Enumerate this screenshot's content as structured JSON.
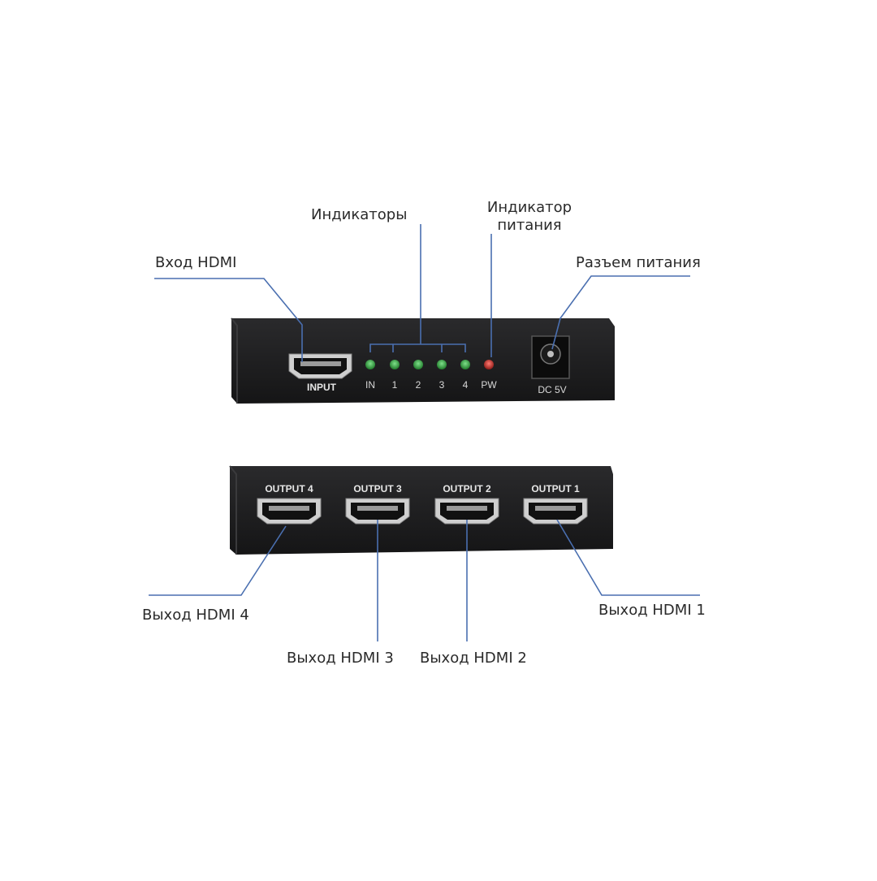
{
  "callouts": {
    "hdmi_input": "Вход HDMI",
    "indicators": "Индикаторы",
    "power_indicator_line1": "Индикатор",
    "power_indicator_line2": "питания",
    "power_jack": "Разъем питания",
    "hdmi_out_4": "Выход HDMI 4",
    "hdmi_out_3": "Выход HDMI 3",
    "hdmi_out_2": "Выход HDMI 2",
    "hdmi_out_1": "Выход HDMI 1"
  },
  "front_panel": {
    "input_label": "INPUT",
    "leds": [
      {
        "label": "IN",
        "color": "#2f9a3a"
      },
      {
        "label": "1",
        "color": "#2f9a3a"
      },
      {
        "label": "2",
        "color": "#2f9a3a"
      },
      {
        "label": "3",
        "color": "#2f9a3a"
      },
      {
        "label": "4",
        "color": "#2f9a3a"
      },
      {
        "label": "PW",
        "color": "#c0302b"
      }
    ],
    "dc_label": "DC 5V"
  },
  "back_panel": {
    "outputs": [
      "OUTPUT 4",
      "OUTPUT 3",
      "OUTPUT 2",
      "OUTPUT 1"
    ]
  },
  "colors": {
    "device_body": "#1f1f21",
    "leader_line": "#4a6fb0",
    "accent_blue": "#2b4fd6"
  }
}
